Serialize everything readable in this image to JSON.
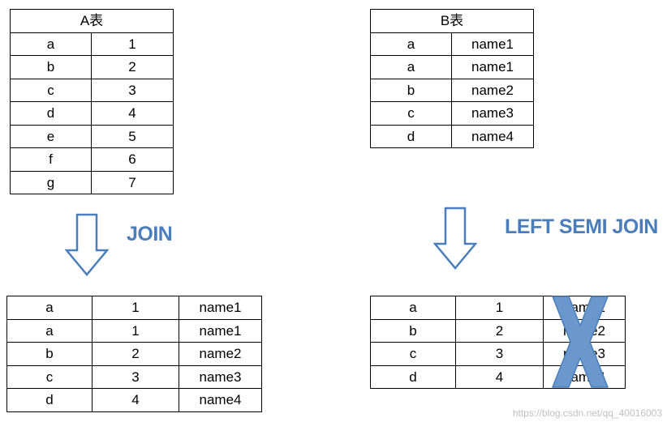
{
  "table_a": {
    "title": "A表",
    "rows": [
      [
        "a",
        "1"
      ],
      [
        "b",
        "2"
      ],
      [
        "c",
        "3"
      ],
      [
        "d",
        "4"
      ],
      [
        "e",
        "5"
      ],
      [
        "f",
        "6"
      ],
      [
        "g",
        "7"
      ]
    ]
  },
  "table_b": {
    "title": "B表",
    "rows": [
      [
        "a",
        "name1"
      ],
      [
        "a",
        "name1"
      ],
      [
        "b",
        "name2"
      ],
      [
        "c",
        "name3"
      ],
      [
        "d",
        "name4"
      ]
    ]
  },
  "join": {
    "label": "JOIN",
    "rows": [
      [
        "a",
        "1",
        "name1"
      ],
      [
        "a",
        "1",
        "name1"
      ],
      [
        "b",
        "2",
        "name2"
      ],
      [
        "c",
        "3",
        "name3"
      ],
      [
        "d",
        "4",
        "name4"
      ]
    ]
  },
  "semi_join": {
    "label": "LEFT SEMI JOIN",
    "rows": [
      [
        "a",
        "1",
        "name1"
      ],
      [
        "b",
        "2",
        "name2"
      ],
      [
        "c",
        "3",
        "name3"
      ],
      [
        "d",
        "4",
        "name4"
      ]
    ]
  },
  "watermark": "https://blog.csdn.net/qq_40016003",
  "colors": {
    "accent": "#4a7ebb",
    "arrow_outline": "#4a7ebb",
    "cross_fill": "#6b98cc"
  }
}
